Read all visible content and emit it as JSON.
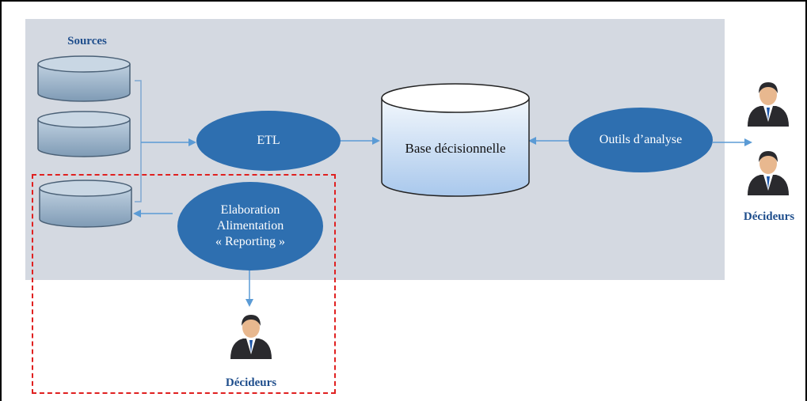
{
  "sources": {
    "title": "Sources"
  },
  "etl": {
    "label": "ETL"
  },
  "database": {
    "label": "Base décisionnelle"
  },
  "analysis_tools": {
    "label": "Outils d’analyse"
  },
  "reporting": {
    "line1": "Elaboration",
    "line2": "Alimentation",
    "line3": "« Reporting »"
  },
  "deciders_right": {
    "label": "Décideurs"
  },
  "deciders_bottom": {
    "label": "Décideurs"
  },
  "colors": {
    "panel": "#d4d9e1",
    "ellipse": "#2e6fb0",
    "arrow": "#5b9bd5",
    "dashed_border": "#e02020",
    "label_blue": "#1f4e8c"
  },
  "icons": [
    "source-cylinder-icon",
    "database-cylinder-icon",
    "person-icon"
  ]
}
